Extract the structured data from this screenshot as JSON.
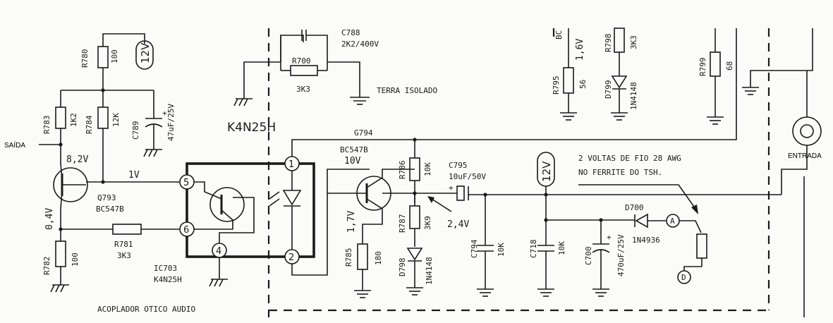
{
  "terminals": {
    "saida": "SAÍDA",
    "entrada": "ENTRADA"
  },
  "supply": {
    "v12_left": "12V",
    "v12_right": "12V"
  },
  "resistors": {
    "r780": "R780",
    "r780_v": "100",
    "r783": "R783",
    "r783_v": "1K2",
    "r784": "R784",
    "r784_v": "12K",
    "r781": "R781",
    "r781_v": "3K3",
    "r782": "R782",
    "r782_v": "100",
    "r700": "R700",
    "r700_v": "3K3",
    "r786": "R786",
    "r786_v": "10K",
    "r787": "R787",
    "r787_v": "3K9",
    "r785": "R785",
    "r785_v": "180",
    "r795": "R795",
    "r795_v": "56",
    "r798": "R798",
    "r798_v": "3K3",
    "r799": "R799",
    "r799_v": "68"
  },
  "capacitors": {
    "c789": "C789",
    "c789_v": "47uF/25V",
    "c788": "C788",
    "c788_v": "2K2/400V",
    "c795": "C795",
    "c795_v": "10uF/50V",
    "c794": "C794",
    "c794_v": "10K",
    "c718": "C718",
    "c718_v": "10K",
    "c700": "C700",
    "c700_v": "470uF/25V"
  },
  "diodes": {
    "d798": "D798",
    "d798_v": "1N4148",
    "d799": "D799",
    "d799_v": "1N4148",
    "d700": "D700",
    "d700_v": "1N4936"
  },
  "transistors": {
    "q793": "Q793",
    "q793_type": "BC547B",
    "q794_type": "BC547B"
  },
  "voltages": {
    "v_q793_c": "8,2V",
    "v_base": "1V",
    "v_emitter": "0,4V",
    "v_q794_c": "10V",
    "v_q794_e": "1,7V",
    "v_bias": "2,4V",
    "v_top": "1,6V"
  },
  "ic": {
    "label_big": "K4N25H",
    "name": "IC703",
    "part": "K4N25H",
    "caption": "ACOPLADOR OTICO AUDIO",
    "pins": [
      "1",
      "2",
      "4",
      "5",
      "6"
    ]
  },
  "nets": {
    "g794": "G794",
    "terra": "TERRA ISOLADO",
    "top_cut": "BC"
  },
  "notes": {
    "line1": "2 VOLTAS DE FIO 28 AWG",
    "line2": "NO FERRITE DO TSH."
  },
  "markers": {
    "a": "A",
    "d": "D"
  }
}
